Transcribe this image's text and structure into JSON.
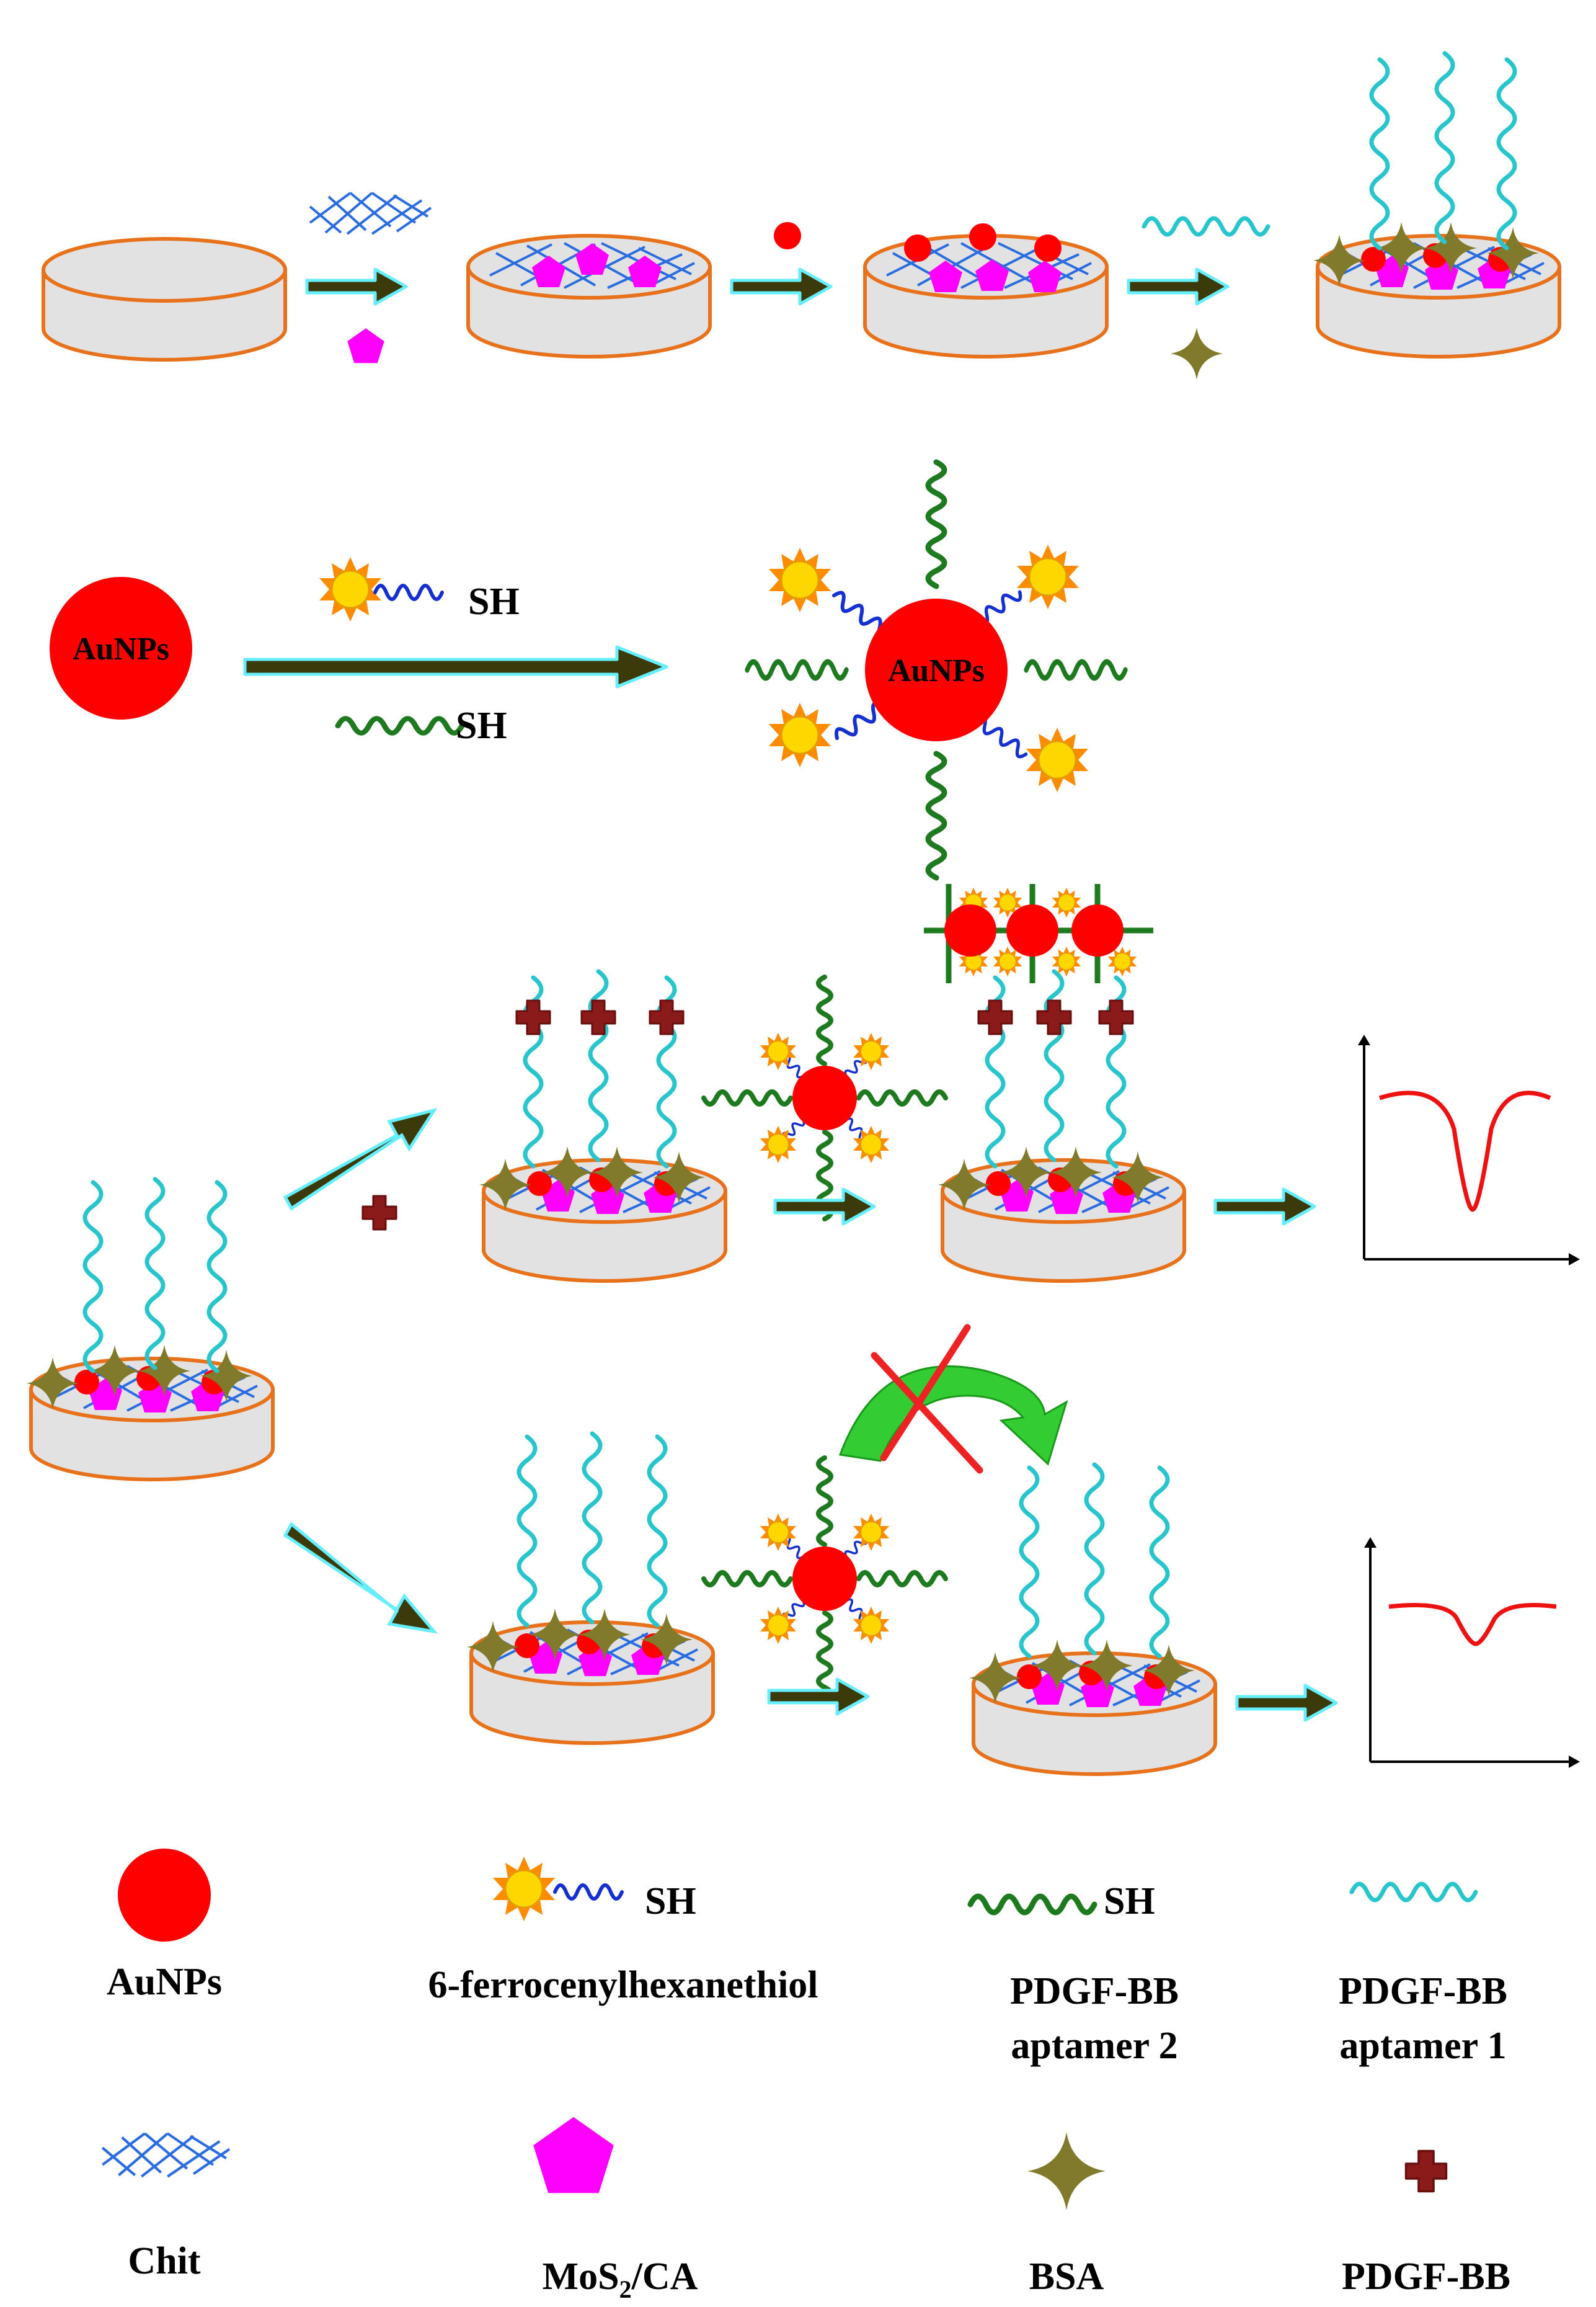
{
  "labels": {
    "sh": "SH",
    "aunps_particle": "AuNPs"
  },
  "legend": {
    "aunps": "AuNPs",
    "ferrocenyl": "6-ferrocenylhexanethiol",
    "aptamer2_line1": "PDGF-BB",
    "aptamer2_line2": "aptamer 2",
    "aptamer1_line1": "PDGF-BB",
    "aptamer1_line2": "aptamer 1",
    "chit": "Chit",
    "mos2_prefix": "MoS",
    "mos2_sub": "2",
    "mos2_suffix": "/CA",
    "bsa": "BSA",
    "pdgf": "PDGF-BB"
  },
  "colors": {
    "electrode_body": "#e2e2e2",
    "electrode_rim": "#e8721c",
    "gold_nanoparticle": "#ff0000",
    "chitosan_mesh": "#2b6de0",
    "mos2_ca": "#ff00ff",
    "aptamer1": "#28c6cc",
    "aptamer2": "#1e7a1e",
    "bsa": "#807a2a",
    "pdgf_bb": "#8b1a1a",
    "thiol_linker": "#1530d0",
    "ferrocene": "#ffd700",
    "arrow": "#3a3a0a",
    "arrow_glow": "#66eeff",
    "signal_curve": "#ee1111",
    "blocked_arrow": "#33cc33",
    "cross": "#ee2222"
  }
}
